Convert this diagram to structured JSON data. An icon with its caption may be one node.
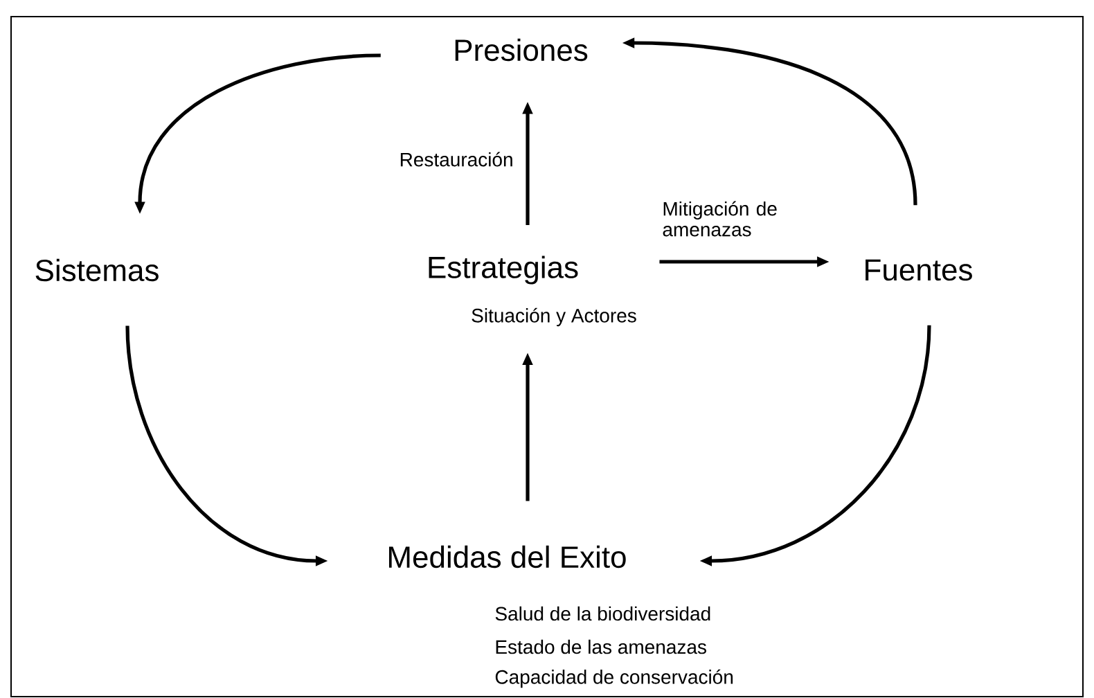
{
  "diagram": {
    "nodes": [
      {
        "text": [
          "Presiones"
        ]
      },
      {
        "text": [
          "Sistemas"
        ]
      },
      {
        "text": [
          "Estrategias"
        ],
        "beside": [
          "Situación y Actores"
        ]
      },
      {
        "text": [
          "Fuentes"
        ]
      },
      {
        "text": [
          "Medidas del Exito"
        ],
        "beside": [
          "Salud de la biodiversidad",
          "Estado de las amenazas",
          "Capacidad de conservación"
        ]
      }
    ],
    "edges": [
      {
        "from": 0,
        "to": 1,
        "arrow": "to"
      },
      {
        "from": 1,
        "to": 4,
        "arrow": "to"
      },
      {
        "from": 3,
        "to": 4,
        "arrow": "to"
      },
      {
        "from": 3,
        "to": 0,
        "arrow": "to"
      },
      {
        "from": 2,
        "to": 0,
        "arrow": "to",
        "label": "Restauración"
      },
      {
        "from": 2,
        "to": 3,
        "arrow": "to",
        "label": "Mitigación de amenazas"
      },
      {
        "from": 4,
        "to": 2,
        "arrow": "to"
      }
    ]
  }
}
